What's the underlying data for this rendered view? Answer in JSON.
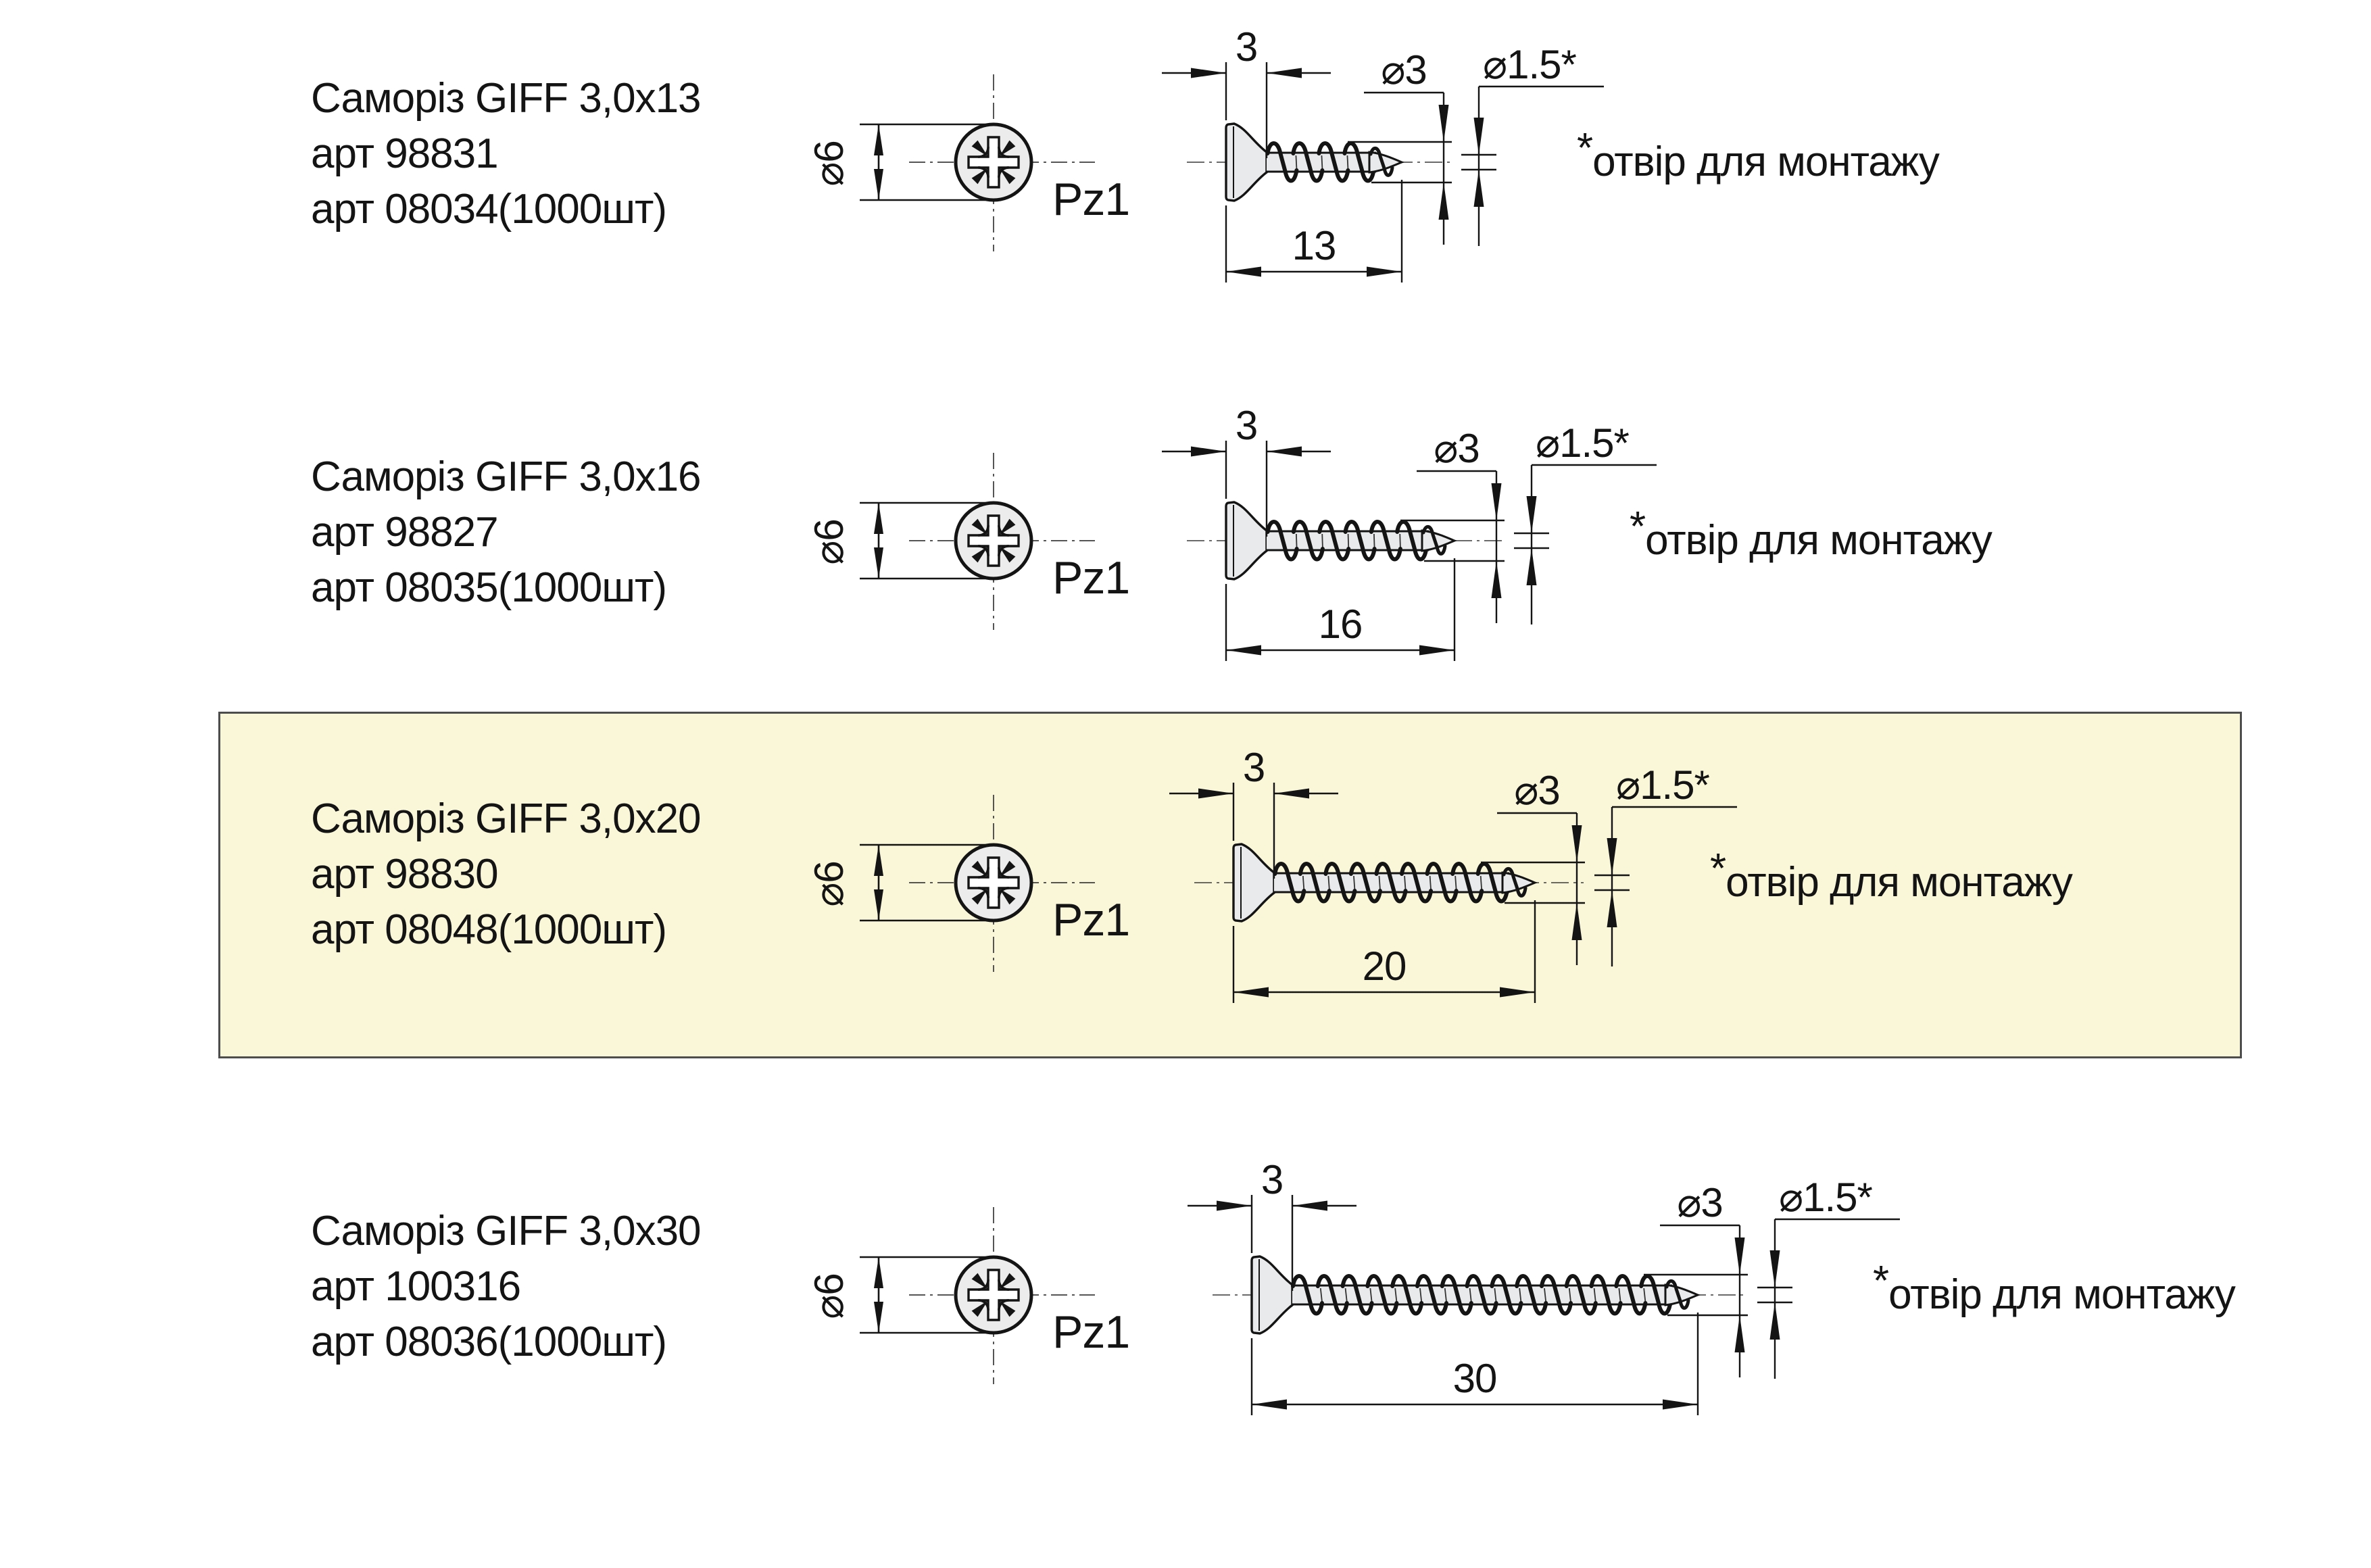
{
  "rows": [
    {
      "title": "Саморіз GIFF 3,0x13",
      "art1": "арт 98831",
      "art2": "арт 08034(1000шт)",
      "length_mm": 13,
      "length_label": "13",
      "highlighted": false
    },
    {
      "title": "Саморіз GIFF 3,0x16",
      "art1": "арт 98827",
      "art2": "арт 08035(1000шт)",
      "length_mm": 16,
      "length_label": "16",
      "highlighted": false
    },
    {
      "title": "Саморіз GIFF 3,0x20",
      "art1": "арт 98830",
      "art2": "арт 08048(1000шт)",
      "length_mm": 20,
      "length_label": "20",
      "highlighted": true
    },
    {
      "title": "Саморіз GIFF 3,0x30",
      "art1": "арт 100316",
      "art2": "арт 08036(1000шт)",
      "length_mm": 30,
      "length_label": "30",
      "highlighted": false
    }
  ],
  "labels": {
    "head_diameter": "⌀6",
    "drive": "Pz1",
    "head_width": "3",
    "thread_diameter": "⌀3",
    "pilot_diameter": "⌀1.5*"
  },
  "note": {
    "symbol": "*",
    "text": "отвір для монтажу"
  },
  "colors": {
    "highlight_background": "#FAF6D8",
    "highlight_border": "#4d4d4d",
    "line": "#141414",
    "metal_fill": "#e9eaec",
    "head_view_fill": "#ececec",
    "centerline": "#555555",
    "page_background": "#ffffff"
  }
}
